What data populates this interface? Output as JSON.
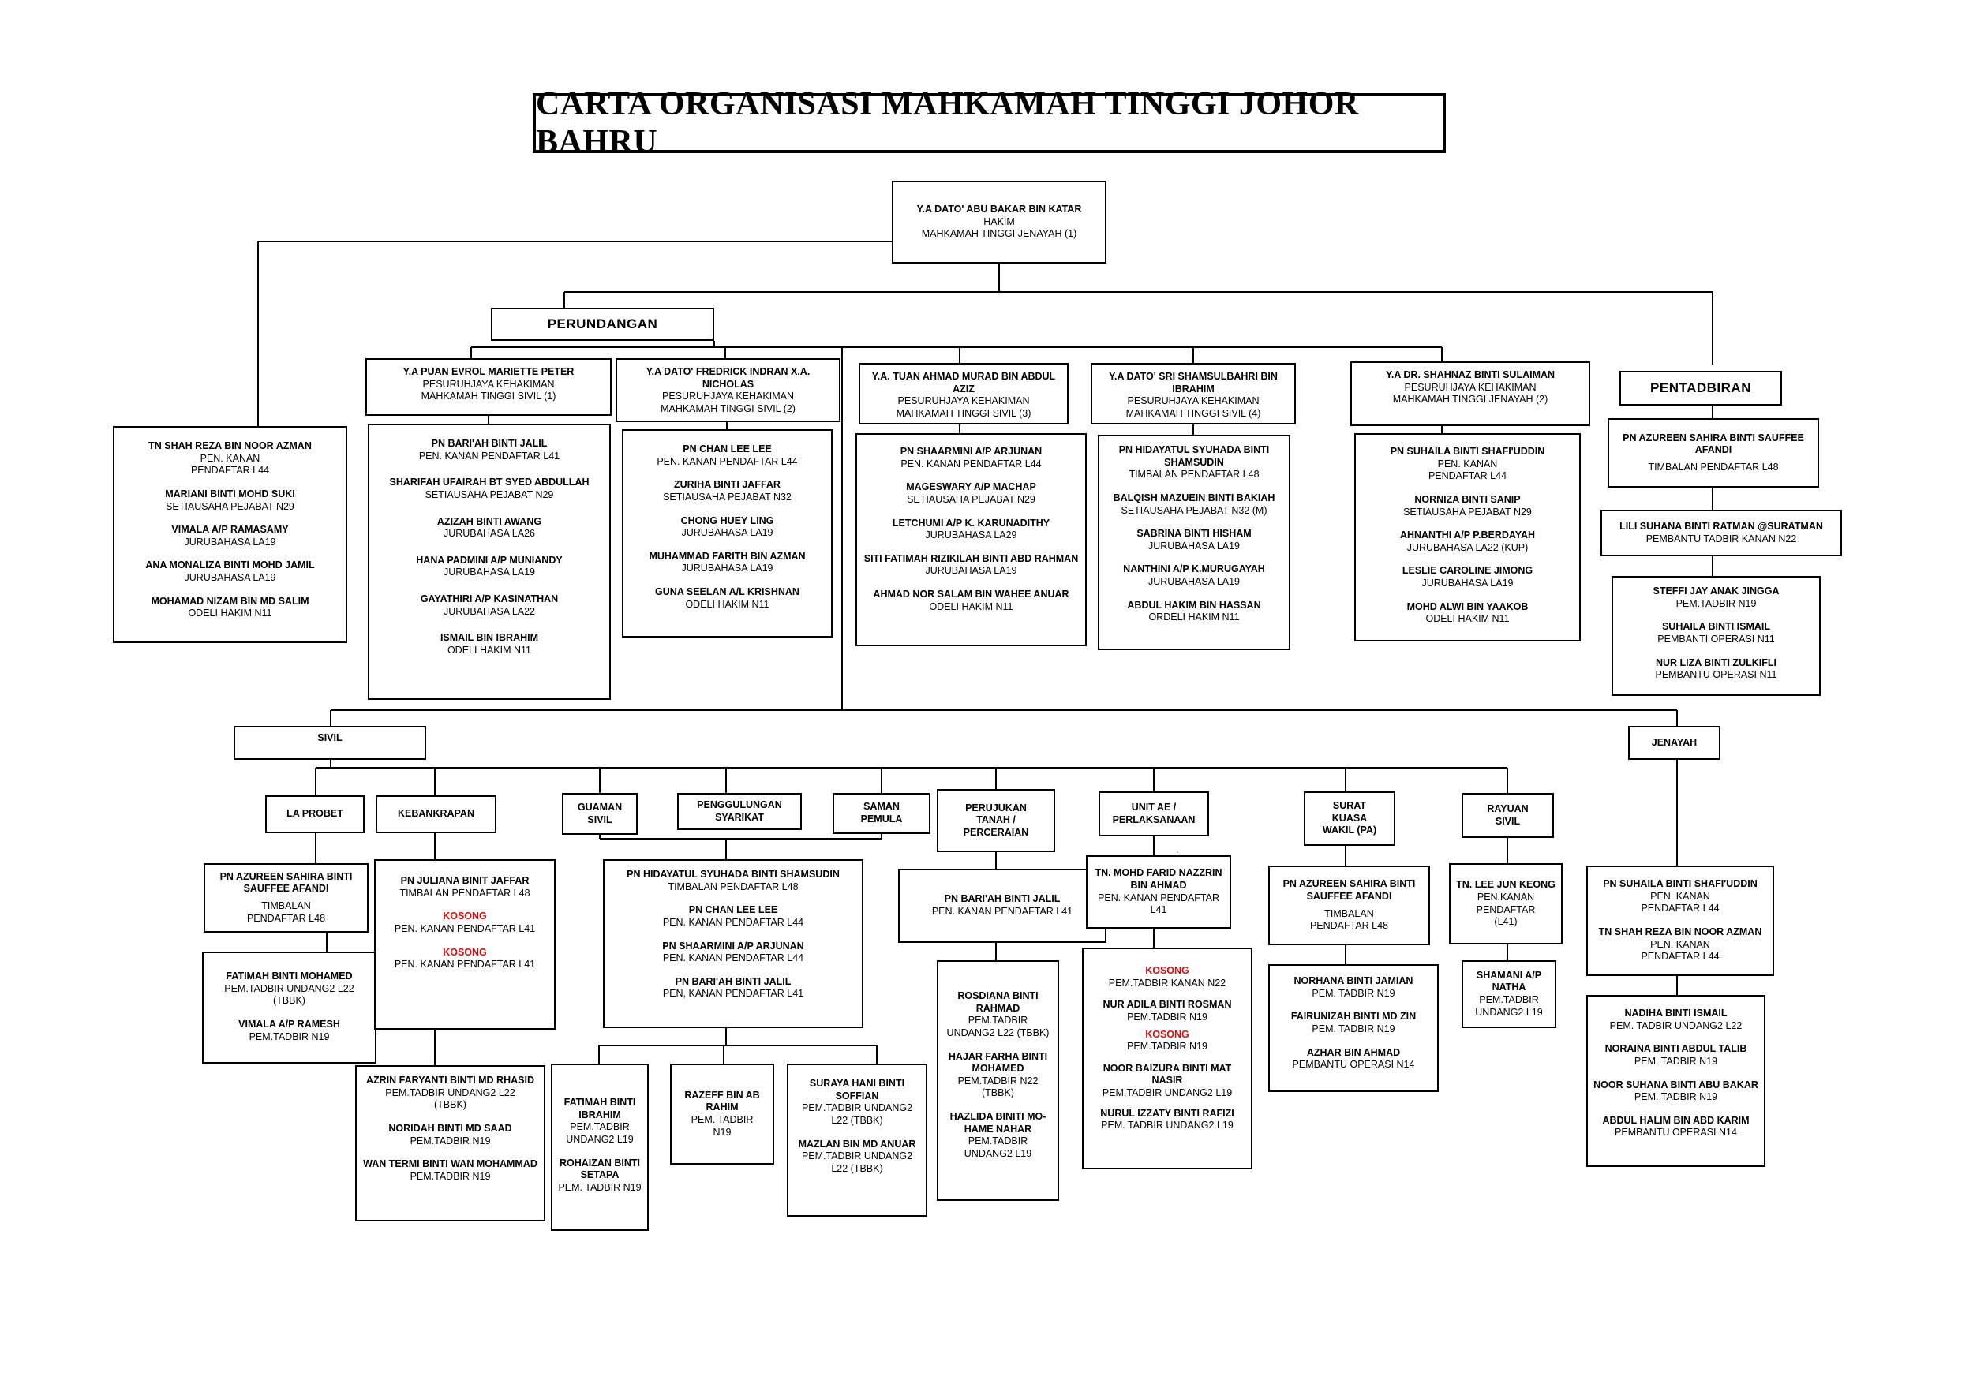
{
  "title": "CARTA ORGANISASI MAHKAMAH TINGGI JOHOR BAHRU",
  "vacant_color": "#d01010",
  "top_judge": {
    "name": "Y.A DATO' ABU BAKAR BIN KATAR",
    "role": "HAKIM",
    "court": "MAHKAMAH TINGGI JENAYAH (1)"
  },
  "section_labels": {
    "perundangan": "PERUNDANGAN",
    "pentadbiran": "PENTADBIRAN",
    "sivil": "SIVIL",
    "jenayah": "JENAYAH"
  },
  "judges": [
    {
      "name": "Y.A PUAN EVROL MARIETTE PETER",
      "role": "PESURUHJAYA KEHAKIMAN",
      "court": "MAHKAMAH TINGGI SIVIL (1)"
    },
    {
      "name": "Y.A DATO' FREDRICK INDRAN X.A.  NICHOLAS",
      "role": "PESURUHJAYA KEHAKIMAN",
      "court": "MAHKAMAH TINGGI SIVIL (2)"
    },
    {
      "name": "Y.A. TUAN AHMAD MURAD BIN ABDUL AZIZ",
      "role": "PESURUHJAYA KEHAKIMAN",
      "court": "MAHKAMAH TINGGI SIVIL (3)"
    },
    {
      "name": "Y.A DATO' SRI SHAMSULBAHRI BIN IBRAHIM",
      "role": "PESURUHJAYA KEHAKIMAN",
      "court": "MAHKAMAH TINGGI SIVIL (4)"
    },
    {
      "name": "Y.A DR. SHAHNAZ BINTI SULAIMAN",
      "role": "PESURUHJAYA KEHAKIMAN",
      "court": "MAHKAMAH TINGGI JENAYAH (2)"
    }
  ],
  "staff_top_judge": [
    {
      "name": "TN SHAH REZA BIN NOOR AZMAN",
      "post": "PEN. KANAN\nPENDAFTAR L44"
    },
    {
      "name": "MARIANI BINTI MOHD SUKI",
      "post": "SETIAUSAHA PEJABAT N29"
    },
    {
      "name": "VIMALA A/P RAMASAMY",
      "post": "JURUBAHASA LA19"
    },
    {
      "name": "ANA MONALIZA BINTI  MOHD JAMIL",
      "post": "JURUBAHASA LA19"
    },
    {
      "name": "MOHAMAD NIZAM BIN MD SALIM",
      "post": "ODELI HAKIM N11"
    }
  ],
  "staff_judge_1": [
    {
      "name": "PN BARI'AH BINTI JALIL",
      "post": "PEN. KANAN PENDAFTAR L41"
    },
    {
      "name": "SHARIFAH UFAIRAH BT SYED ABDULLAH",
      "post": "SETIAUSAHA PEJABAT N29"
    },
    {
      "name": "AZIZAH BINTI AWANG",
      "post": "JURUBAHASA LA26"
    },
    {
      "name": "HANA PADMINI A/P MUNIANDY",
      "post": "JURUBAHASA LA19"
    },
    {
      "name": "GAYATHIRI A/P KASINATHAN",
      "post": "JURUBAHASA LA22"
    },
    {
      "name": "ISMAIL BIN IBRAHIM",
      "post": "ODELI HAKIM N11"
    }
  ],
  "staff_judge_2": [
    {
      "name": "PN CHAN LEE LEE",
      "post": "PEN. KANAN PENDAFTAR L44"
    },
    {
      "name": "ZURIHA BINTI JAFFAR",
      "post": "SETIAUSAHA PEJABAT N32"
    },
    {
      "name": "CHONG HUEY LING",
      "post": "JURUBAHASA LA19"
    },
    {
      "name": "MUHAMMAD FARITH BIN AZMAN",
      "post": "JURUBAHASA LA19"
    },
    {
      "name": "GUNA SEELAN A/L KRISHNAN",
      "post": "ODELI HAKIM N11"
    }
  ],
  "staff_judge_3": [
    {
      "name": "PN SHAARMINI A/P ARJUNAN",
      "post": "PEN. KANAN PENDAFTAR L44"
    },
    {
      "name": "MAGESWARY A/P MACHAP",
      "post": "SETIAUSAHA PEJABAT N29"
    },
    {
      "name": "LETCHUMI A/P K. KARUNADITHY",
      "post": "JURUBAHASA LA29"
    },
    {
      "name": "SITI FATIMAH RIZIKILAH BINTI ABD RAHMAN",
      "post": "JURUBAHASA LA19"
    },
    {
      "name": "AHMAD NOR SALAM BIN WAHEE ANUAR",
      "post": "ODELI HAKIM N11"
    }
  ],
  "staff_judge_4": [
    {
      "name": "PN HIDAYATUL SYUHADA BINTI SHAMSUDIN",
      "post": "TIMBALAN PENDAFTAR L48"
    },
    {
      "name": "BALQISH MAZUEIN BINTI BAKIAH",
      "post": "SETIAUSAHA PEJABAT N32 (M)"
    },
    {
      "name": "SABRINA BINTI HISHAM",
      "post": "JURUBAHASA LA19"
    },
    {
      "name": "NANTHINI A/P K.MURUGAYAH",
      "post": "JURUBAHASA LA19"
    },
    {
      "name": "ABDUL HAKIM BIN HASSAN",
      "post": "ORDELI HAKIM N11"
    }
  ],
  "staff_judge_5": [
    {
      "name": "PN SUHAILA BINTI SHAFI'UDDIN",
      "post": "PEN. KANAN\nPENDAFTAR L44"
    },
    {
      "name": "NORNIZA BINTI SANIP",
      "post": "SETIAUSAHA PEJABAT N29"
    },
    {
      "name": "AHNANTHI A/P P.BERDAYAH",
      "post": "JURUBAHASA LA22 (KUP)"
    },
    {
      "name": "LESLIE CAROLINE JIMONG",
      "post": "JURUBAHASA LA19"
    },
    {
      "name": "MOHD ALWI BIN YAAKOB",
      "post": "ODELI HAKIM N11"
    }
  ],
  "pentadbiran": {
    "head": {
      "name": "PN AZUREEN SAHIRA BINTI SAUFFEE AFANDI",
      "post": "TIMBALAN  PENDAFTAR  L48"
    },
    "second": {
      "name": "LILI SUHANA BINTI RATMAN @SURATMAN",
      "post": "PEMBANTU TADBIR KANAN N22"
    },
    "staff": [
      {
        "name": "STEFFI JAY ANAK JINGGA",
        "post": "PEM.TADBIR N19"
      },
      {
        "name": "SUHAILA BINTI ISMAIL",
        "post": "PEMBANTI OPERASI N11"
      },
      {
        "name": "NUR LIZA BINTI ZULKIFLI",
        "post": "PEMBANTU OPERASI N11"
      }
    ]
  },
  "units": {
    "la_probet": "LA PROBET",
    "kebankrapan": "KEBANKRAPAN",
    "guaman_sivil": "GUAMAN\nSIVIL",
    "penggulungan": "PENGGULUNGAN\nSYARIKAT",
    "saman_pemula": "SAMAN\nPEMULA",
    "perujukan": "PERUJUKAN\nTANAH /\nPERCERAIAN",
    "unit_ae": "UNIT  AE /\nPERLAKSANAAN",
    "surat_kuasa": "SURAT\nKUASA\nWAKIL (PA)",
    "rayuan_sivil": "RAYUAN\nSIVIL"
  },
  "la_probet_head": {
    "name": "PN AZUREEN SAHIRA BINTI SAUFFEE AFANDI",
    "post": "TIMBALAN\nPENDAFTAR L48"
  },
  "la_probet_staff": [
    {
      "name": "FATIMAH BINTI MOHAMED",
      "post": "PEM.TADBIR UNDANG2 L22\n(TBBK)"
    },
    {
      "name": "VIMALA A/P RAMESH",
      "post": "PEM.TADBIR N19"
    }
  ],
  "kebankrapan_head": {
    "name": "PN JULIANA BINIT JAFFAR",
    "post": "TIMBALAN PENDAFTAR  L48",
    "vacant1": "KOSONG",
    "vacant1_post": "PEN. KANAN PENDAFTAR L41",
    "vacant2": "KOSONG",
    "vacant2_post": "PEN. KANAN PENDAFTAR L41"
  },
  "kebankrapan_staff": [
    {
      "name": "AZRIN FARYANTI BINTI MD RHASID",
      "post": "PEM.TADBIR UNDANG2 L22\n(TBBK)"
    },
    {
      "name": "NORIDAH BINTI MD SAAD",
      "post": "PEM.TADBIR N19"
    },
    {
      "name": "WAN TERMI BINTI WAN MOHAMMAD",
      "post": "PEM.TADBIR N19"
    }
  ],
  "civil_group_officers": [
    {
      "name": "PN HIDAYATUL SYUHADA BINTI SHAMSUDIN",
      "post": "TIMBALAN PENDAFTAR L48"
    },
    {
      "name": "PN CHAN LEE LEE",
      "post": "PEN. KANAN PENDAFTAR L44"
    },
    {
      "name": "PN SHAARMINI A/P ARJUNAN",
      "post": "PEN. KANAN PENDAFTAR L44"
    },
    {
      "name": "PN BARI'AH BINTI JALIL",
      "post": "PEN, KANAN PENDAFTAR L41"
    }
  ],
  "civil_group_staff_1": [
    {
      "name": "FATIMAH BINTI IBRAHIM",
      "post": "PEM.TADBIR\nUNDANG2 L19"
    },
    {
      "name": "ROHAIZAN BINTI SETAPA",
      "post": "PEM. TADBIR N19"
    }
  ],
  "civil_group_staff_2": [
    {
      "name": "RAZEFF BIN AB RAHIM",
      "post": "PEM. TADBIR\nN19"
    }
  ],
  "civil_group_staff_3": [
    {
      "name": "SURAYA HANI BINTI SOFFIAN",
      "post": "PEM.TADBIR UNDANG2\nL22 (TBBK)"
    },
    {
      "name": "MAZLAN BIN MD ANUAR",
      "post": "PEM.TADBIR UNDANG2\nL22 (TBBK)"
    }
  ],
  "perujukan_head": {
    "name": "PN BARI'AH BINTI JALIL",
    "post": "PEN. KANAN PENDAFTAR L41"
  },
  "perujukan_staff": [
    {
      "name": "ROSDIANA BINTI RAHMAD",
      "post": "PEM.TADBIR\nUNDANG2 L22 (TBBK)"
    },
    {
      "name": "HAJAR FARHA BINTI MOHAMED",
      "post": "PEM.TADBIR N22\n(TBBK)"
    },
    {
      "name": "HAZLIDA BINITI MO-HAME NAHAR",
      "post": "PEM.TADBIR\nUNDANG2 L19"
    }
  ],
  "unit_ae_head": {
    "name": "TN. MOHD FARID NAZZRIN BIN AHMAD",
    "post": "PEN. KANAN PENDAFTAR\nL41"
  },
  "unit_ae_staff": {
    "vacant1": "KOSONG",
    "vacant1_post": "PEM.TADBIR KANAN N22",
    "s1_name": "NUR ADILA BINTI ROSMAN",
    "s1_post": "PEM.TADBIR N19",
    "vacant2": "KOSONG",
    "vacant2_post": "PEM.TADBIR N19",
    "s2_name": "NOOR BAIZURA BINTI MAT NASIR",
    "s2_post": "PEM.TADBIR UNDANG2 L19",
    "s3_name": "NURUL IZZATY BINTI RAFIZI",
    "s3_post": "PEM. TADBIR UNDANG2 L19"
  },
  "surat_kuasa_head": {
    "name": "PN AZUREEN SAHIRA BINTI SAUFFEE AFANDI",
    "post": "TIMBALAN\nPENDAFTAR L48"
  },
  "surat_kuasa_staff": [
    {
      "name": "NORHANA BINTI JAMIAN",
      "post": "PEM. TADBIR N19"
    },
    {
      "name": "FAIRUNIZAH BINTI MD ZIN",
      "post": "PEM. TADBIR N19"
    },
    {
      "name": "AZHAR BIN AHMAD",
      "post": "PEMBANTU OPERASI N14"
    }
  ],
  "rayuan_head": {
    "name": "TN. LEE JUN KEONG",
    "post": "PEN.KANAN\nPENDAFTAR\n(L41)"
  },
  "rayuan_staff": [
    {
      "name": "SHAMANI A/P NATHA",
      "post": "PEM.TADBIR\nUNDANG2 L19"
    }
  ],
  "jenayah_head": [
    {
      "name": "PN SUHAILA BINTI SHAFI'UDDIN",
      "post": "PEN. KANAN\nPENDAFTAR L44"
    },
    {
      "name": "TN SHAH REZA BIN NOOR AZMAN",
      "post": "PEN. KANAN\nPENDAFTAR L44"
    }
  ],
  "jenayah_staff": [
    {
      "name": "NADIHA BINTI ISMAIL",
      "post": "PEM. TADBIR UNDANG2  L22"
    },
    {
      "name": "NORAINA BINTI ABDUL TALIB",
      "post": "PEM. TADBIR N19"
    },
    {
      "name": "NOOR SUHANA BINTI ABU BAKAR",
      "post": "PEM. TADBIR N19"
    },
    {
      "name": "ABDUL HALIM BIN ABD  KARIM",
      "post": "PEMBANTU OPERASI  N14"
    }
  ]
}
